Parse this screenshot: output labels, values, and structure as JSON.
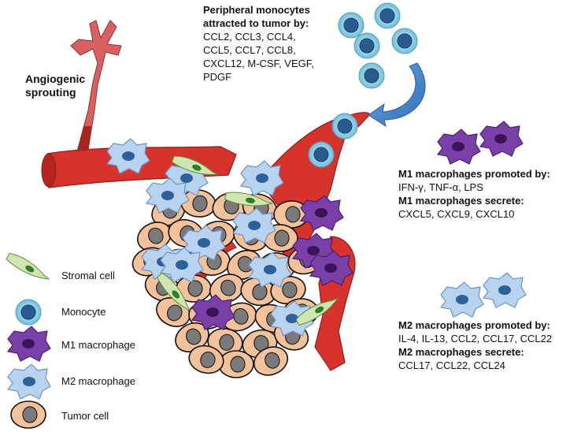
{
  "labels": {
    "angiogenic": [
      "Angiogenic",
      "sprouting"
    ],
    "peripheral_title": [
      "Peripheral monocytes",
      "attracted to tumor by:"
    ],
    "peripheral_list": [
      "CCL2, CCL3, CCL4,",
      "CCL5, CCL7, CCL8,",
      "CXCL12, M-CSF, VEGF,",
      "PDGF"
    ],
    "m1_promoted_title": "M1 macrophages promoted by:",
    "m1_promoted_list": "IFN-γ, TNF-α, LPS",
    "m1_secrete_title": "M1 macrophages secrete:",
    "m1_secrete_list": "CXCL5, CXCL9, CXCL10",
    "m2_promoted_title": "M2 macrophages promoted by:",
    "m2_promoted_list": "IL-4, IL-13, CCL2, CCL17, CCL22",
    "m2_secrete_title": "M2 macrophages secrete:",
    "m2_secrete_list": "CCL17, CCL22, CCL24"
  },
  "legend": [
    {
      "icon": "stromal-cell-icon",
      "label": "Stromal cell"
    },
    {
      "icon": "monocyte-icon",
      "label": "Monocyte"
    },
    {
      "icon": "m1-macrophage-icon",
      "label": "M1 macrophage"
    },
    {
      "icon": "m2-macrophage-icon",
      "label": "M2 macrophage"
    },
    {
      "icon": "tumor-cell-icon",
      "label": "Tumor cell"
    }
  ],
  "colors": {
    "vessel": "#d8322c",
    "vessel_dark": "#a82420",
    "m1": "#7b3fa8",
    "m2": "#b7d3f0",
    "tumor": "#f4c29a",
    "monocyte": "#8ed0e8",
    "stromal": "#cfe6b0"
  }
}
